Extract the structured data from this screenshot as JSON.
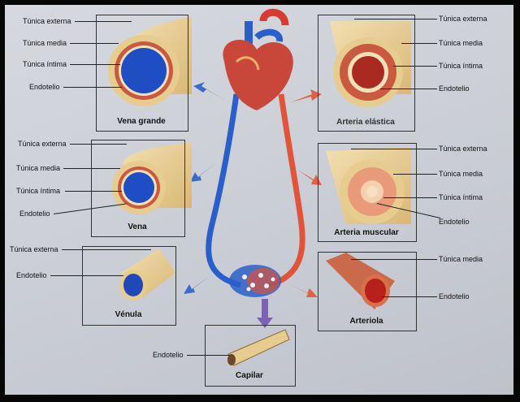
{
  "vessels": {
    "vena_grande": {
      "title": "Vena grande",
      "labels": [
        "Túnica externa",
        "Túnica media",
        "Túnica íntima",
        "Endotelio"
      ]
    },
    "vena": {
      "title": "Vena",
      "labels": [
        "Túnica externa",
        "Túnica media",
        "Túnica íntima",
        "Endotelio"
      ]
    },
    "venula": {
      "title": "Vénula",
      "labels": [
        "Túnica externa",
        "Endotelio"
      ]
    },
    "capilar": {
      "title": "Capilar",
      "labels": [
        "Endotelio"
      ]
    },
    "arteria_elastica": {
      "title": "Arteria elástica",
      "labels": [
        "Túnica externa",
        "Túnica media",
        "Túnica íntima",
        "Endotelio"
      ]
    },
    "arteria_muscular": {
      "title": "Arteria muscular",
      "labels": [
        "Túnica externa",
        "Túnica media",
        "Túnica íntima",
        "Endotelio"
      ]
    },
    "arteriola": {
      "title": "Arteriola",
      "labels": [
        "Túnica media",
        "Endotelio"
      ]
    }
  },
  "colors": {
    "vein": "#2a5fc9",
    "artery": "#e0553a",
    "adventitia": "#e8cf94",
    "media": "#c8503a",
    "capillary": "#7a62b8"
  }
}
